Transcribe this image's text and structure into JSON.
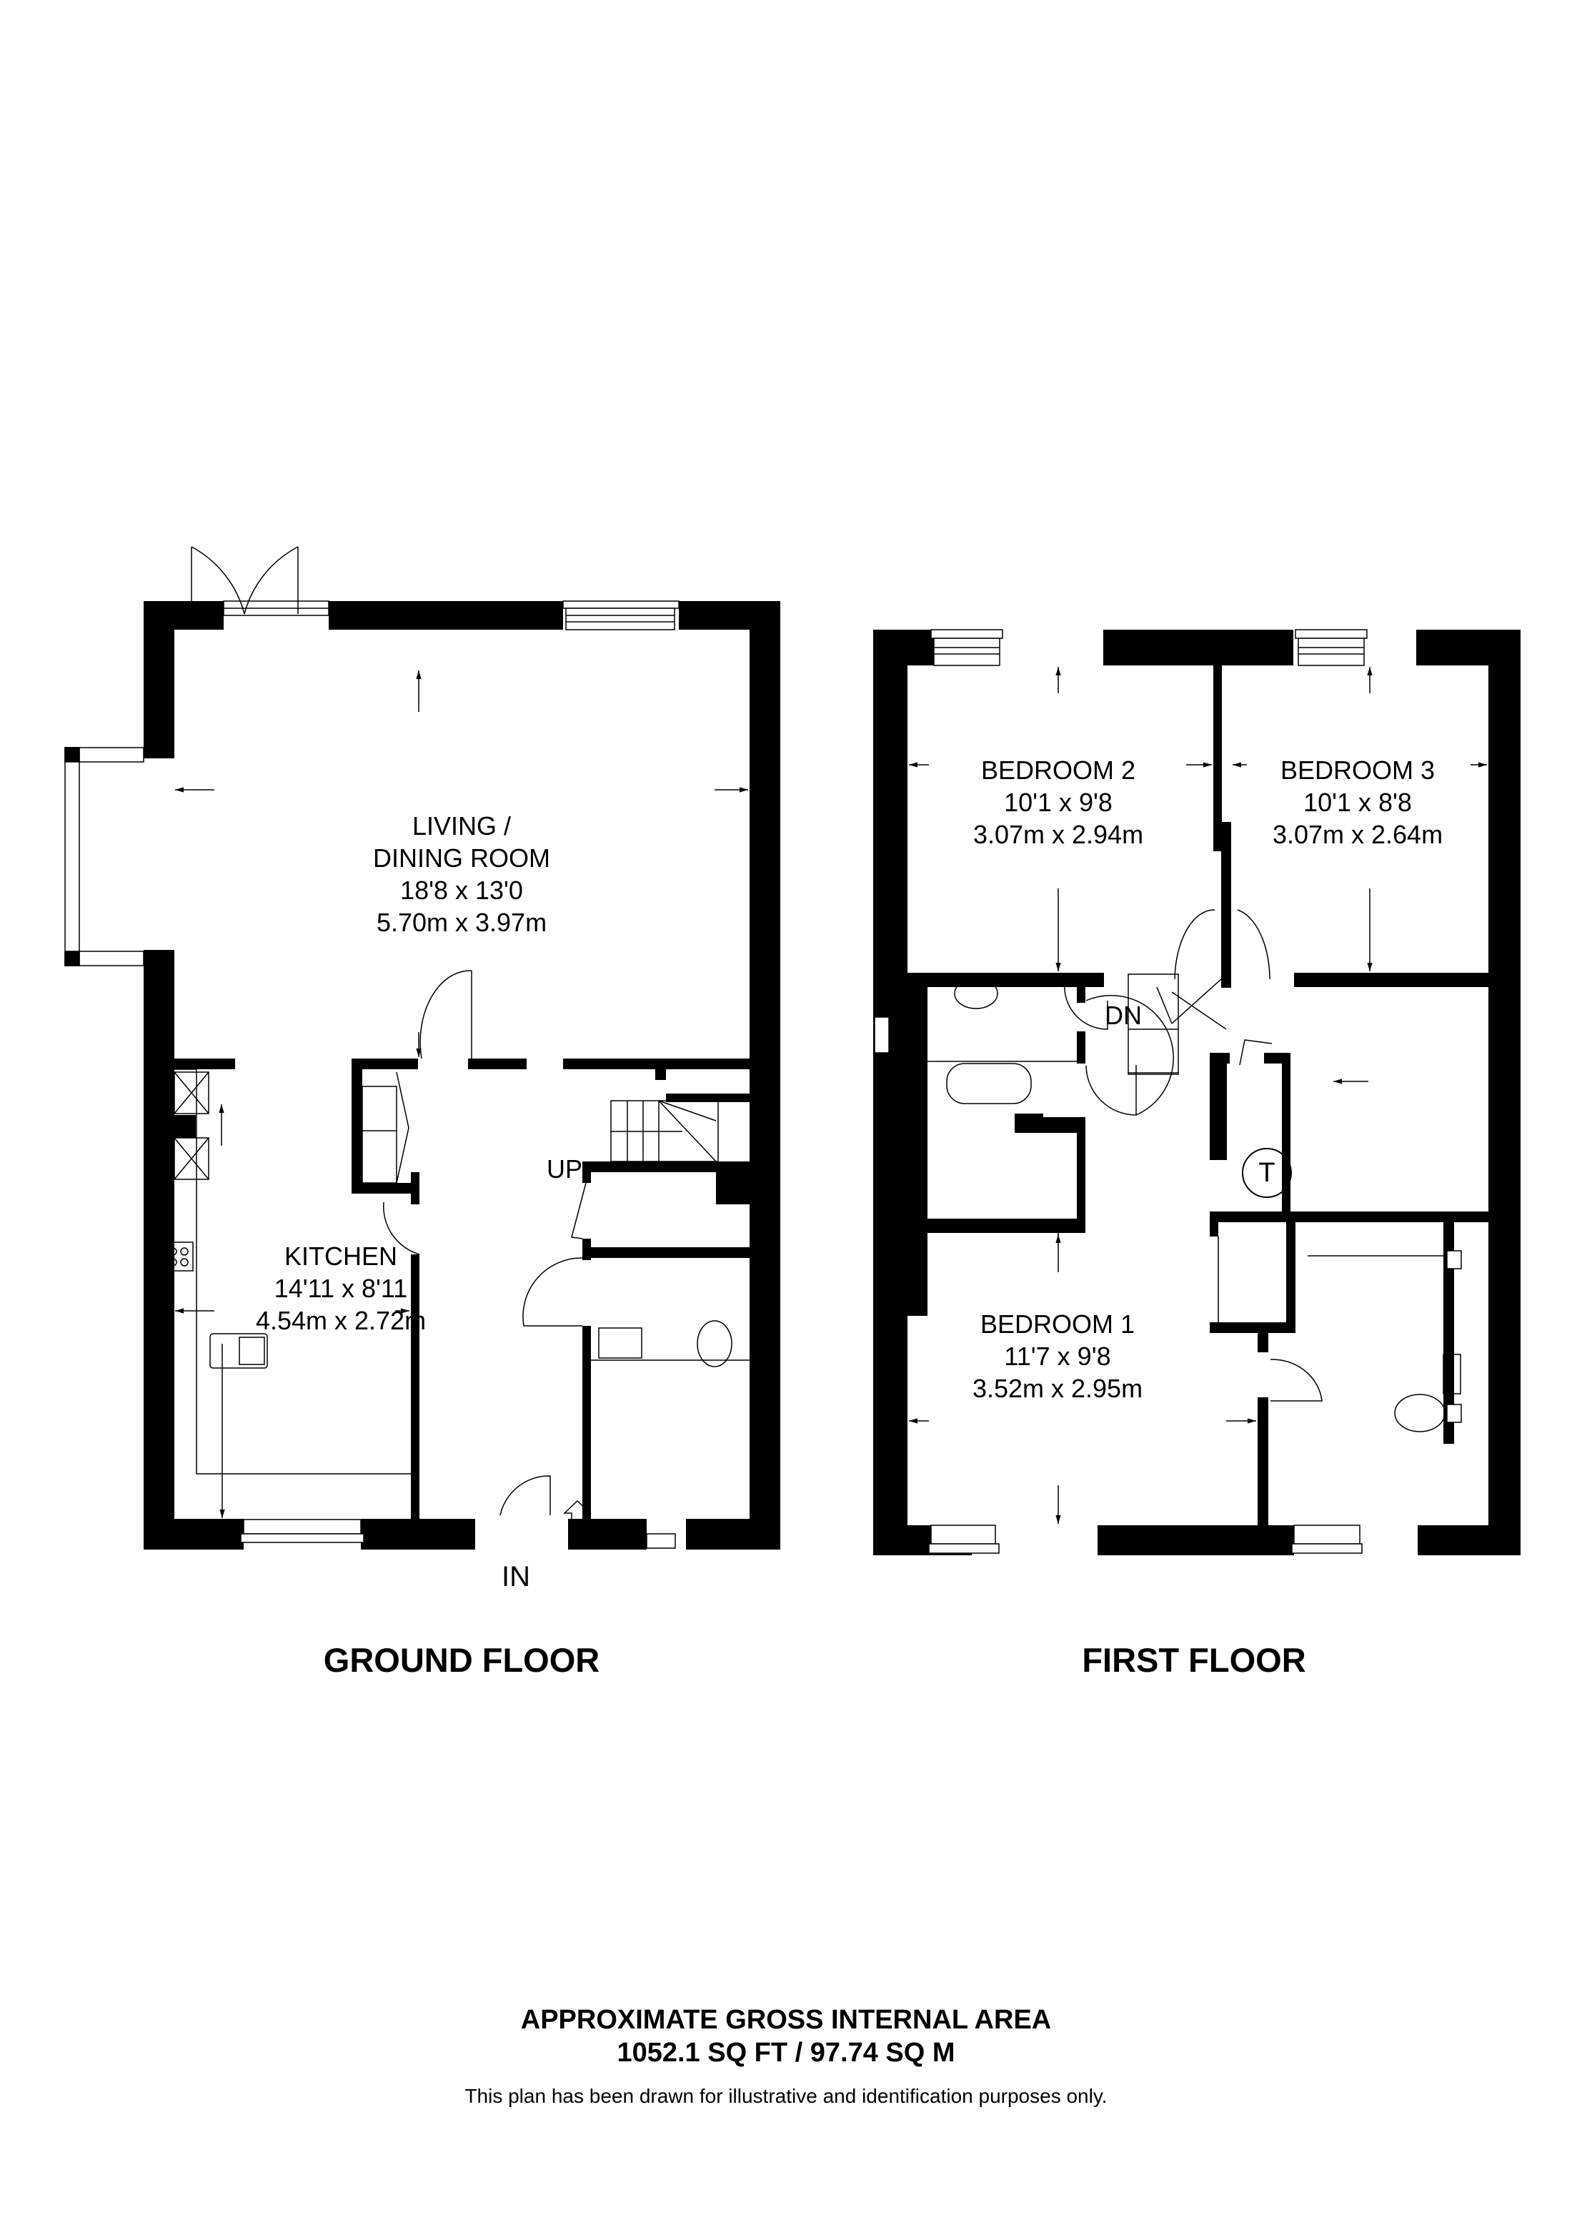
{
  "floors": [
    {
      "title": "GROUND FLOOR",
      "rooms": [
        {
          "name_line1": "LIVING /",
          "name_line2": "DINING ROOM",
          "imperial": "18'8 x 13'0",
          "metric": "5.70m x 3.97m"
        },
        {
          "name_line1": "KITCHEN",
          "imperial": "14'11 x 8'11",
          "metric": "4.54m x 2.72m"
        }
      ],
      "annotations": {
        "stairs": "UP",
        "entrance": "IN"
      }
    },
    {
      "title": "FIRST FLOOR",
      "rooms": [
        {
          "name_line1": "BEDROOM 2",
          "imperial": "10'1 x 9'8",
          "metric": "3.07m x 2.94m"
        },
        {
          "name_line1": "BEDROOM 3",
          "imperial": "10'1 x 8'8",
          "metric": "3.07m x 2.64m"
        },
        {
          "name_line1": "BEDROOM 1",
          "imperial": "11'7 x 9'8",
          "metric": "3.52m x 2.95m"
        }
      ],
      "annotations": {
        "stairs": "DN",
        "tank": "T"
      }
    }
  ],
  "footer": {
    "area_title": "APPROXIMATE GROSS INTERNAL AREA",
    "area_value": "1052.1 SQ FT / 97.74 SQ M",
    "disclaimer": "This plan has been drawn for illustrative and identification purposes only."
  },
  "colors": {
    "wall": "#000000",
    "background": "#ffffff",
    "line": "#000000"
  }
}
